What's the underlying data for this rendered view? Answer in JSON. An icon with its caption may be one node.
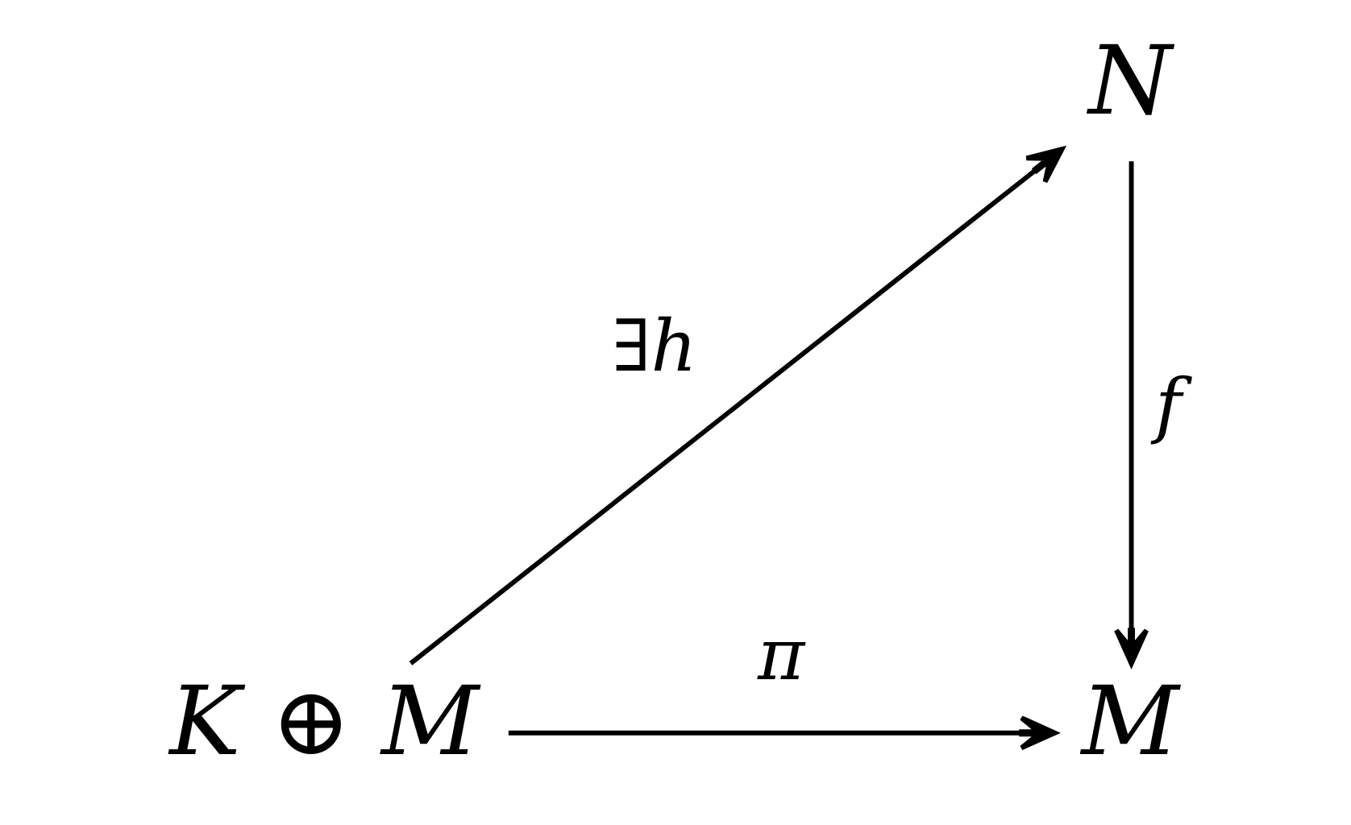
{
  "diagram": {
    "nodes": [
      {
        "text": [
          "N"
        ]
      },
      {
        "text": [
          "K ⊕ M"
        ]
      },
      {
        "text": [
          "M"
        ]
      }
    ],
    "edges": [
      {
        "from": 1,
        "to": 0,
        "arrow": "to",
        "label": "∃h"
      },
      {
        "from": 0,
        "to": 2,
        "arrow": "to",
        "label": "f"
      },
      {
        "from": 1,
        "to": 2,
        "arrow": "to",
        "label": "π"
      }
    ]
  }
}
